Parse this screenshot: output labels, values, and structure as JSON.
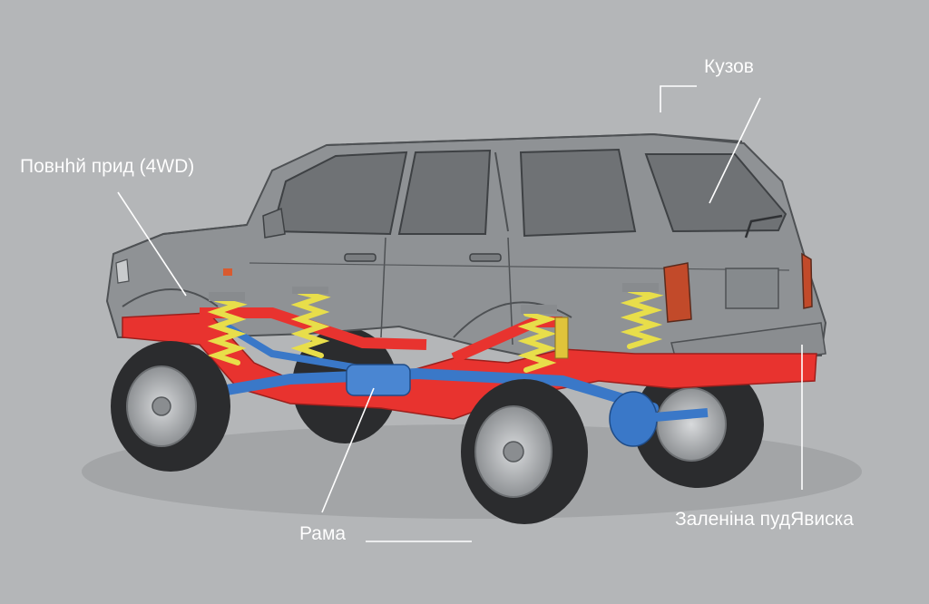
{
  "labels": {
    "four_wd": "Повнhй прид (4WD)",
    "body": "Кузов",
    "frame": "Рама",
    "suspension": "Заленіна пудЯвиска"
  },
  "colors": {
    "background": "#b4b6b8",
    "body_panel": "#8f9295",
    "frame": "#e8332f",
    "drivetrain": "#3a78c8",
    "springs": "#e8de4a",
    "tire": "#2b2c2e",
    "label": "#ffffff"
  },
  "icons": [
    "suv-body",
    "ladder-frame",
    "coil-spring",
    "shock-absorber",
    "wheel",
    "axle",
    "transfer-case"
  ]
}
